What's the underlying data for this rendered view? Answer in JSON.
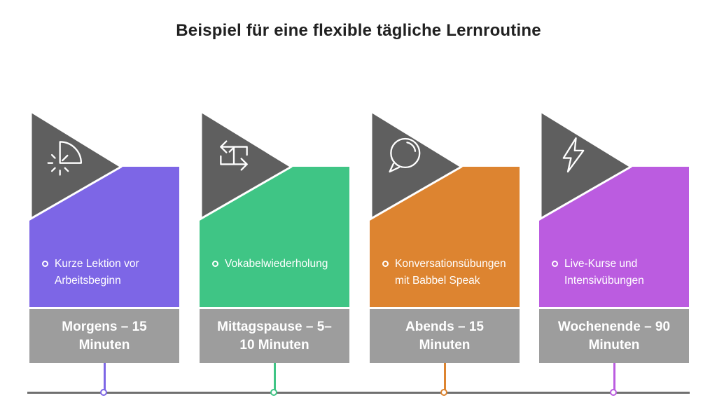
{
  "title": "Beispiel für eine flexible tägliche Lernroutine",
  "colors": {
    "background": "#ffffff",
    "title": "#212121",
    "triangle": "#5f5f5f",
    "label_bg": "#9d9d9d",
    "timeline": "#707070"
  },
  "cards": [
    {
      "icon": "quarter-timer",
      "color": "#7d66e6",
      "activity": "Kurze Lektion vor Arbeitsbeginn",
      "time_label": "Morgens – 15 Minuten"
    },
    {
      "icon": "repeat-once",
      "color": "#3fc585",
      "activity": "Vokabelwiederholung",
      "time_label": "Mittagspause – 5–10 Minuten"
    },
    {
      "icon": "speech-bubble",
      "color": "#dd8430",
      "activity": "Konversationsübungen mit Babbel Speak",
      "time_label": "Abends – 15 Minuten"
    },
    {
      "icon": "lightning-bolt",
      "color": "#bb5ce0",
      "activity": "Live-Kurse und Intensivübungen",
      "time_label": "Wochenende – 90 Minuten"
    }
  ]
}
